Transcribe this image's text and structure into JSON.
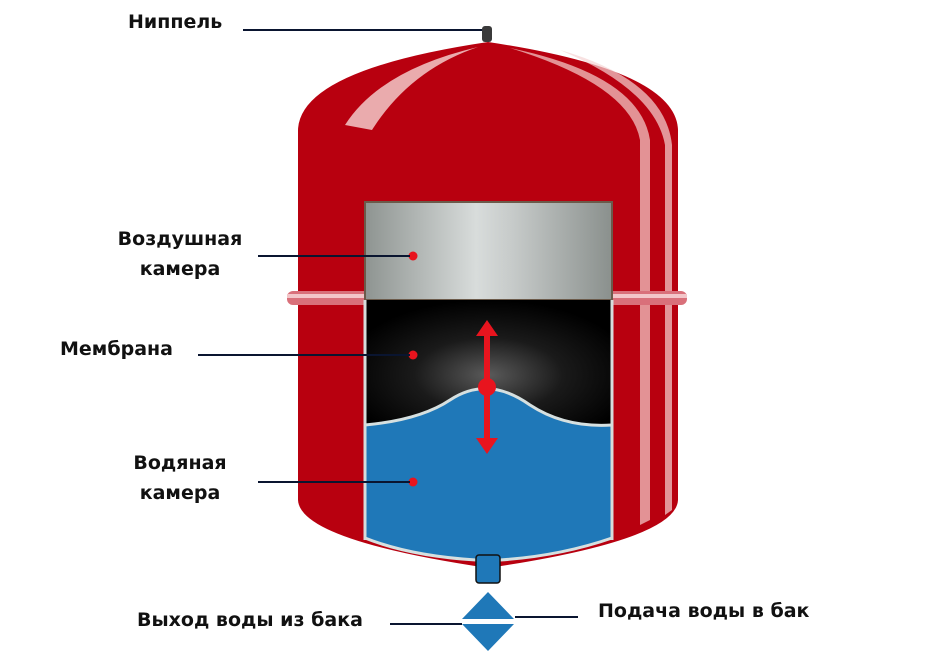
{
  "labels": {
    "nipple": "Ниппель",
    "air_chamber_1": "Воздушная",
    "air_chamber_2": "камера",
    "membrane": "Мембрана",
    "water_chamber_1": "Водяная",
    "water_chamber_2": "камера",
    "water_out": "Выход воды из бака",
    "water_in": "Подача воды в бак"
  },
  "colors": {
    "tank_red": "#b8000f",
    "water_blue": "#1f78b8",
    "air_grey": "#b8bcbb",
    "arrow_red": "#e8141e",
    "leader_line": "#0a1530"
  }
}
